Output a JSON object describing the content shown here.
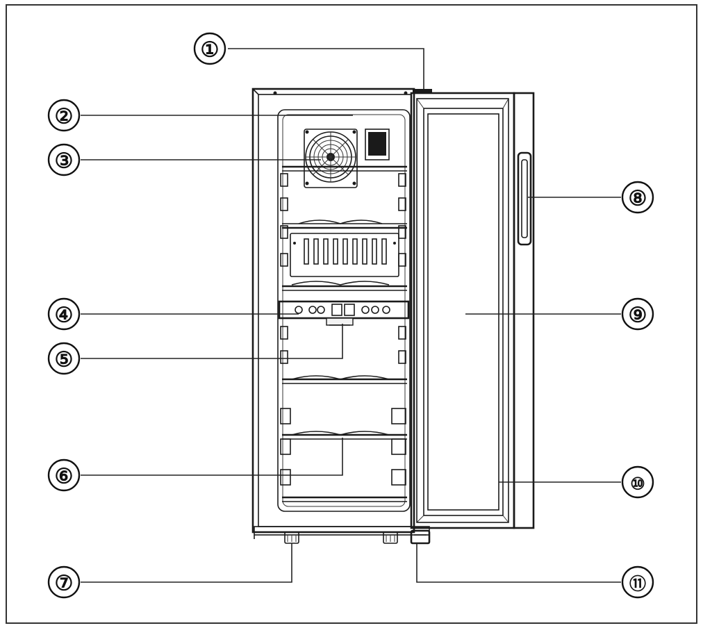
{
  "callouts": [
    {
      "id": "1",
      "label": "①"
    },
    {
      "id": "2",
      "label": "②"
    },
    {
      "id": "3",
      "label": "③"
    },
    {
      "id": "4",
      "label": "④"
    },
    {
      "id": "5",
      "label": "⑤"
    },
    {
      "id": "6",
      "label": "⑥"
    },
    {
      "id": "7",
      "label": "⑦"
    },
    {
      "id": "8",
      "label": "⑧"
    },
    {
      "id": "9",
      "label": "⑨"
    },
    {
      "id": "10",
      "label": "⑩"
    },
    {
      "id": "11",
      "label": "⑪"
    }
  ]
}
